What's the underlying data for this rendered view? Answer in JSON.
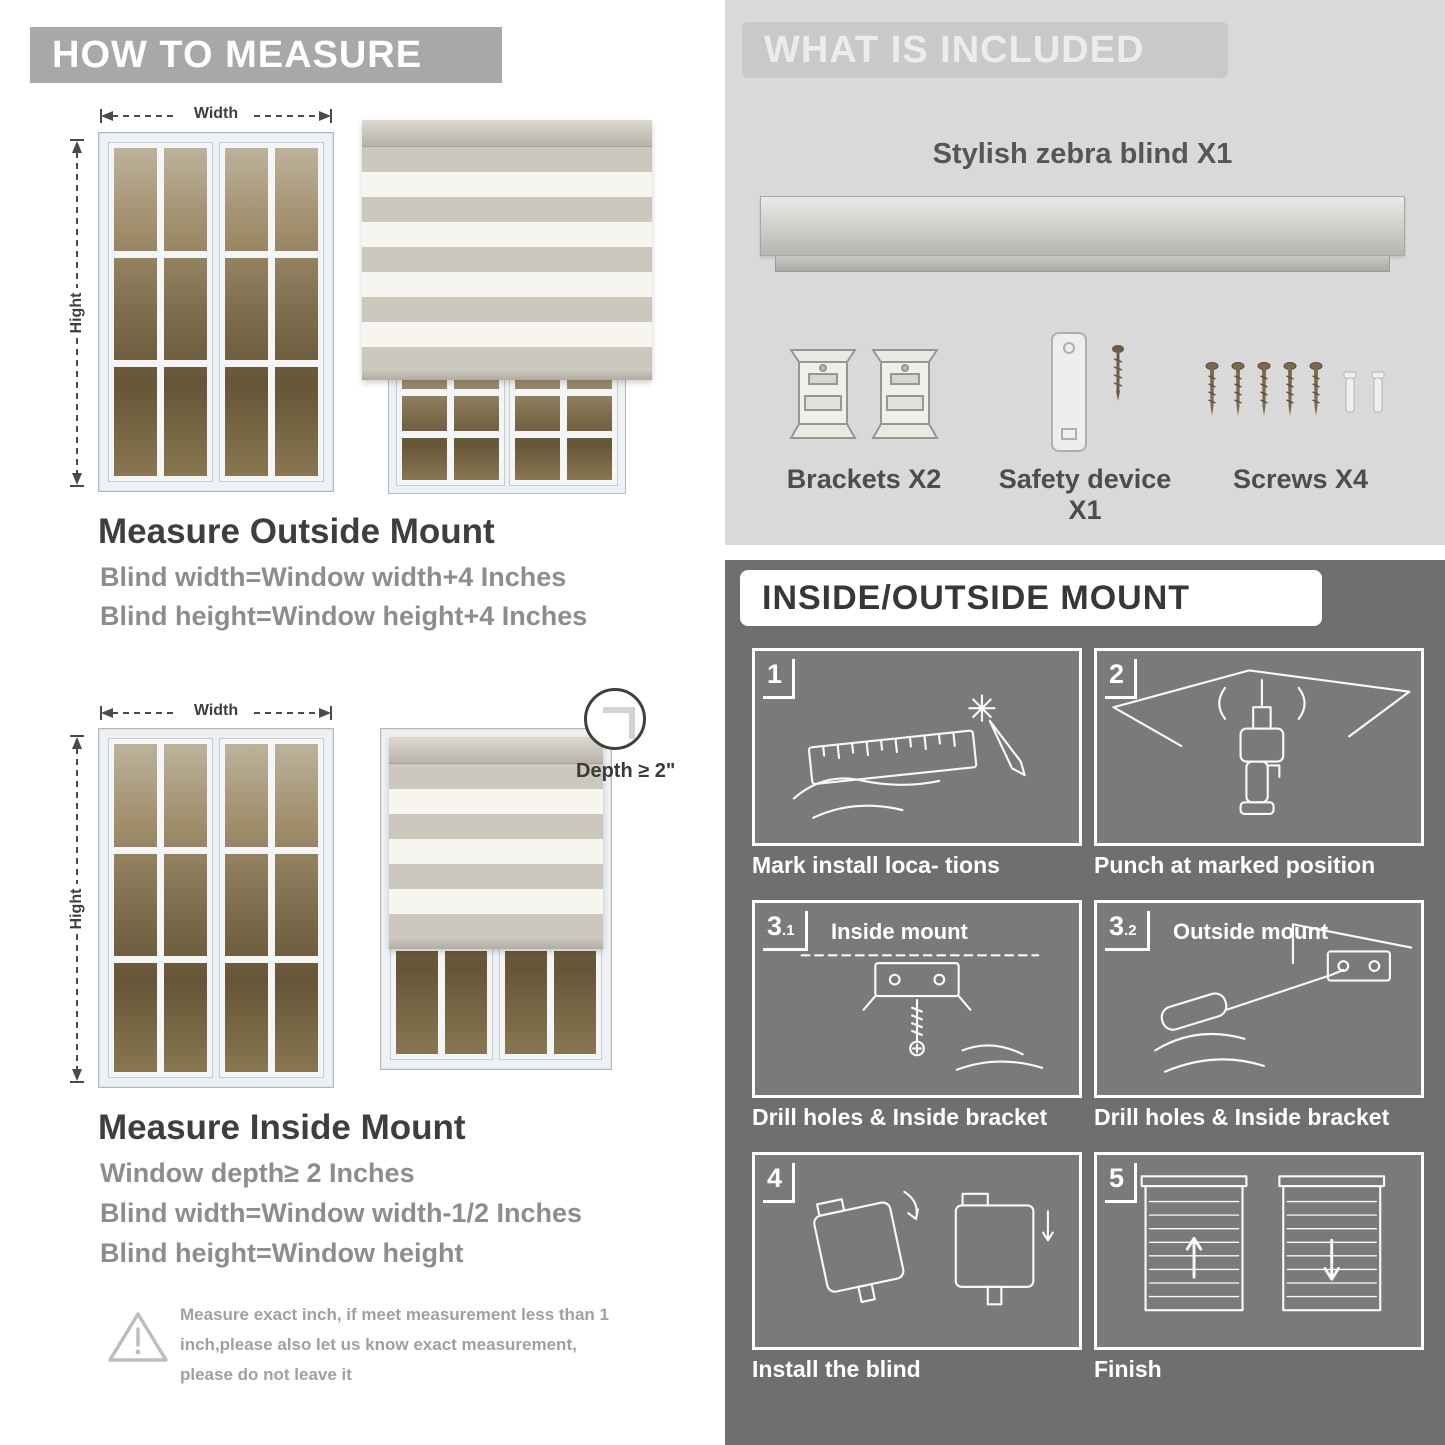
{
  "colors": {
    "banner_gray": "#a8a8a8",
    "panel_light": "#d9d9d9",
    "panel_dark": "#6f6f6f"
  },
  "left": {
    "header": "HOW TO MEASURE",
    "outside": {
      "width_label": "Width",
      "height_label": "Hight",
      "title": "Measure Outside Mount",
      "line1": "Blind width=Window width+4 Inches",
      "line2": "Blind height=Window height+4 Inches"
    },
    "inside": {
      "width_label": "Width",
      "height_label": "Hight",
      "depth_label": "Depth ≥ 2\"",
      "title": "Measure Inside Mount",
      "line1": "Window depth≥ 2 Inches",
      "line2": "Blind width=Window width-1/2 Inches",
      "line3": "Blind height=Window height"
    },
    "warning": {
      "text": "Measure exact inch, if meet measurement less than 1 inch,please also let us know exact measurement, please do not leave it"
    }
  },
  "right": {
    "included": {
      "header": "WHAT IS INCLUDED",
      "blind_label": "Stylish zebra blind X1",
      "items": [
        {
          "label": "Brackets X2"
        },
        {
          "label": "Safety device X1"
        },
        {
          "label": "Screws X4"
        }
      ]
    },
    "mount": {
      "header": "INSIDE/OUTSIDE MOUNT",
      "steps": [
        {
          "num": "1",
          "caption": "Mark install loca- tions"
        },
        {
          "num": "2",
          "caption": "Punch at  marked position"
        },
        {
          "num": "3",
          "sub": ".1",
          "title": "Inside mount",
          "caption": "Drill holes &  Inside bracket"
        },
        {
          "num": "3",
          "sub": ".2",
          "title": "Outside mount",
          "caption": "Drill holes &  Inside bracket"
        },
        {
          "num": "4",
          "caption": "Install the blind"
        },
        {
          "num": "5",
          "caption": "Finish"
        }
      ]
    }
  }
}
